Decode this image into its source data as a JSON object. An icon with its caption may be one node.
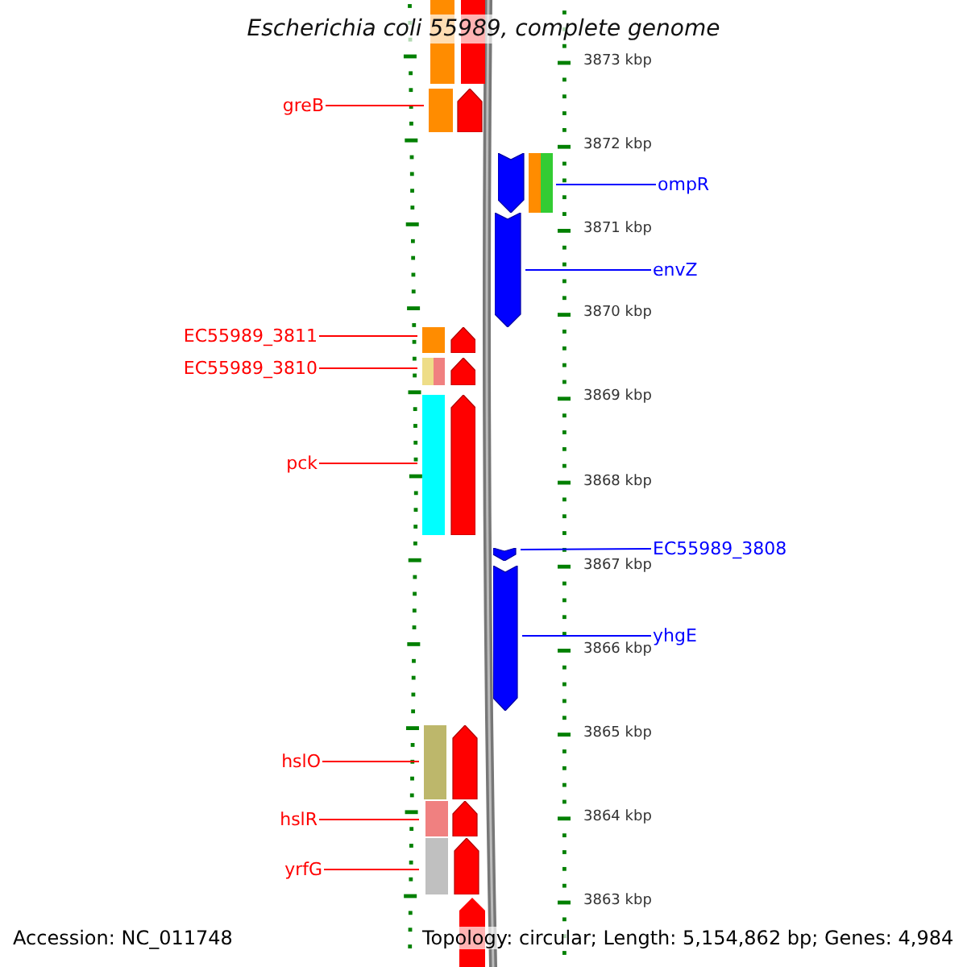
{
  "diagram": {
    "title": "Escherichia coli 55989, complete genome",
    "nodes": [
      {
        "text": [
          "greB"
        ]
      },
      {
        "text": [],
        "shape": "arrow"
      },
      {
        "text": [],
        "shape": "arrow"
      },
      {
        "text": [
          "ompR"
        ]
      },
      {
        "text": [],
        "shape": "arrow"
      },
      {
        "text": [
          "envZ"
        ]
      },
      {
        "text": [
          "EC55989_3811"
        ]
      },
      {
        "text": [],
        "shape": "arrow"
      },
      {
        "text": [
          "EC55989_3810"
        ]
      },
      {
        "text": [],
        "shape": "arrow"
      },
      {
        "text": [
          "pck"
        ]
      },
      {
        "text": [],
        "shape": "arrow"
      },
      {
        "text": [],
        "shape": "arrow"
      },
      {
        "text": [
          "EC55989_3808"
        ]
      },
      {
        "text": [],
        "shape": "arrow"
      },
      {
        "text": [
          "yhgE"
        ]
      },
      {
        "text": [
          "hslO"
        ]
      },
      {
        "text": [],
        "shape": "arrow"
      },
      {
        "text": [
          "hslR"
        ]
      },
      {
        "text": [],
        "shape": "arrow"
      },
      {
        "text": [
          "yrfG"
        ]
      },
      {
        "text": [],
        "shape": "arrow"
      }
    ],
    "edges": [
      {
        "from": 0,
        "to": 1,
        "arrow": "none"
      },
      {
        "from": 3,
        "to": 2,
        "arrow": "none",
        "color": "#0000ff"
      },
      {
        "from": 5,
        "to": 4,
        "arrow": "none",
        "color": "#0000ff"
      },
      {
        "from": 6,
        "to": 7,
        "arrow": "none"
      },
      {
        "from": 8,
        "to": 9,
        "arrow": "none"
      },
      {
        "from": 10,
        "to": 11,
        "arrow": "none"
      },
      {
        "from": 13,
        "to": 12,
        "arrow": "none",
        "color": "#0000ff"
      },
      {
        "from": 15,
        "to": 14,
        "arrow": "none",
        "color": "#0000ff"
      },
      {
        "from": 16,
        "to": 17,
        "arrow": "none"
      },
      {
        "from": 18,
        "to": 19,
        "arrow": "none"
      },
      {
        "from": 20,
        "to": 21,
        "arrow": "none"
      }
    ],
    "labels": [
      "3873 kbp",
      "3872 kbp",
      "3871 kbp",
      "3870 kbp",
      "3869 kbp",
      "3868 kbp",
      "3867 kbp",
      "3866 kbp",
      "3865 kbp",
      "3864 kbp",
      "3863 kbp",
      "Accession: NC_011748",
      "Topology: circular; Length: 5,154,862 bp; Genes: 4,984"
    ]
  }
}
